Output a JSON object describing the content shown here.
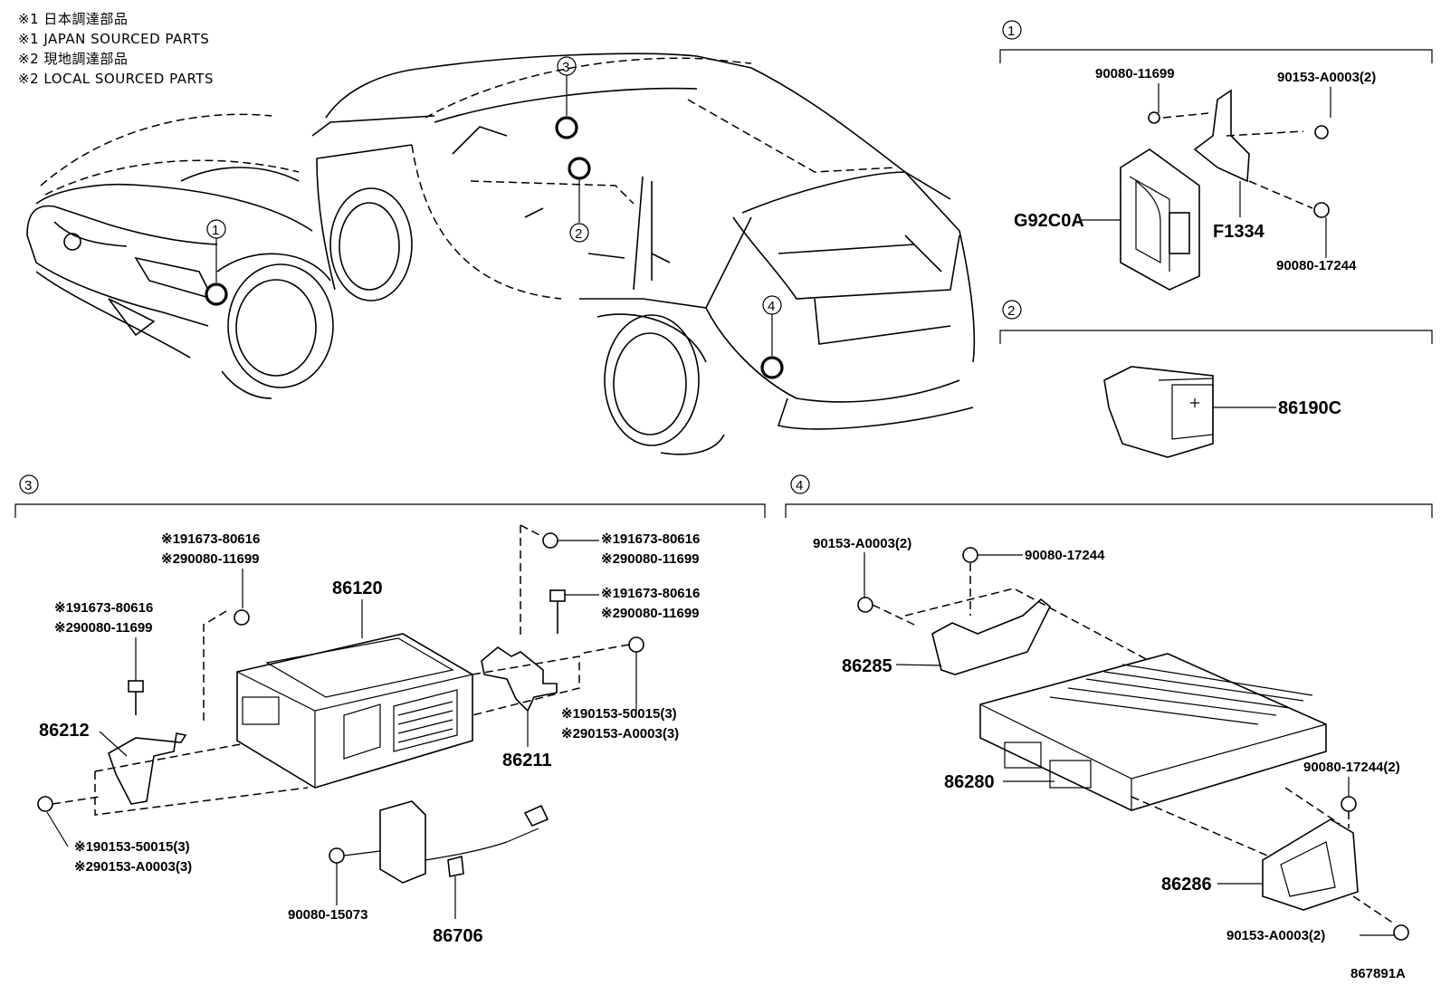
{
  "notes": {
    "line1": "※1 日本調達部品",
    "line2": "※1 JAPAN SOURCED PARTS",
    "line3": "※2 現地調達部品",
    "line4": "※2 LOCAL SOURCED PARTS"
  },
  "vehicle": {
    "callouts": [
      "1",
      "2",
      "3",
      "4"
    ]
  },
  "section1": {
    "number": "1",
    "labels": {
      "screw_top": "90080-11699",
      "bolt_right": "90153-A0003(2)",
      "module": "G92C0A",
      "bracket": "F1334",
      "nut": "90080-17244"
    }
  },
  "section2": {
    "number": "2",
    "labels": {
      "usb": "86190C"
    }
  },
  "section3": {
    "number": "3",
    "labels": {
      "unit": "86120",
      "bkt_left": "86212",
      "bkt_right": "86211",
      "harness": "86706",
      "clip_screw": "90080-15073",
      "screw_a1": "※191673-80616",
      "screw_a2": "※290080-11699",
      "screw_b1": "※191673-80616",
      "screw_b2": "※290080-11699",
      "screw_c1": "※191673-80616",
      "screw_c2": "※290080-11699",
      "screw_d1": "※191673-80616",
      "screw_d2": "※290080-11699",
      "bolt_r1": "※190153-50015(3)",
      "bolt_r2": "※290153-A0003(3)",
      "bolt_l1": "※190153-50015(3)",
      "bolt_l2": "※290153-A0003(3)"
    }
  },
  "section4": {
    "number": "4",
    "labels": {
      "bolt_tl": "90153-A0003(2)",
      "nut_t": "90080-17244",
      "bkt_top": "86285",
      "ecu": "86280",
      "nut_r": "90080-17244(2)",
      "bkt_bottom": "86286",
      "bolt_br": "90153-A0003(2)"
    }
  },
  "figure_id": "867891A"
}
